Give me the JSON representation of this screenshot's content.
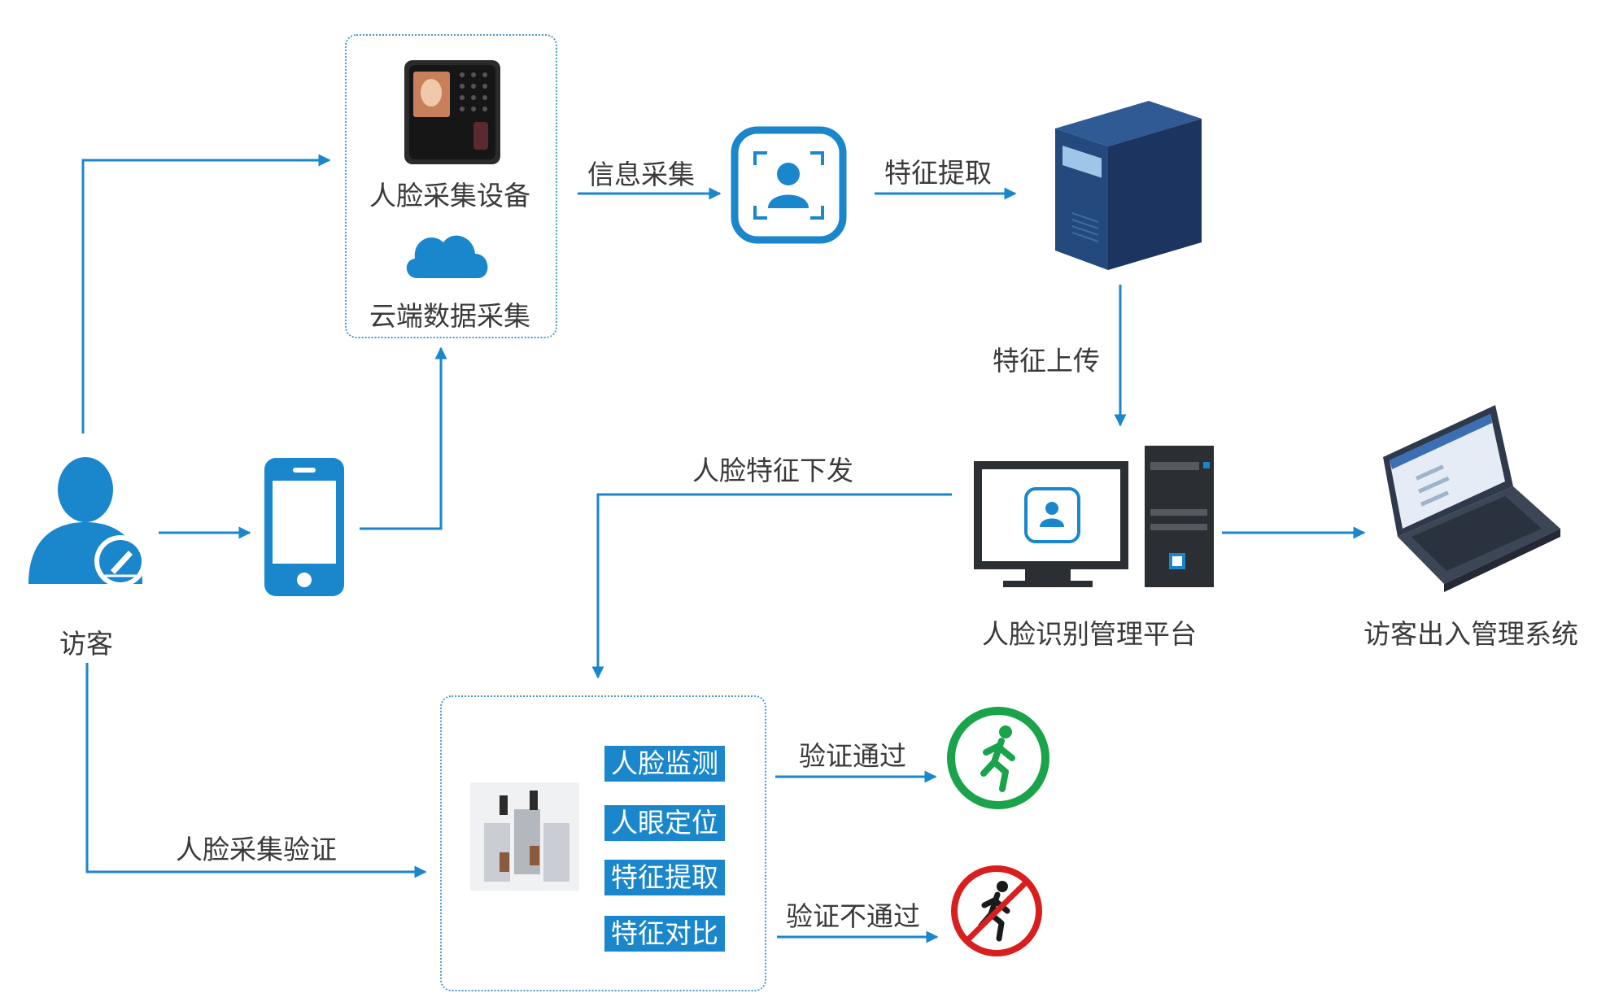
{
  "nodes": {
    "collection_device": "人脸采集设备",
    "cloud_collection": "云端数据采集",
    "visitor": "访客",
    "platform": "人脸识别管理平台",
    "visitor_system": "访客出入管理系统"
  },
  "edges": {
    "info_collect": "信息采集",
    "feature_extract": "特征提取",
    "feature_upload": "特征上传",
    "feature_distribute": "人脸特征下发",
    "collect_verify": "人脸采集验证",
    "verify_pass": "验证通过",
    "verify_fail": "验证不通过"
  },
  "steps": [
    "人脸监测",
    "人眼定位",
    "特征提取",
    "特征对比"
  ],
  "colors": {
    "accent": "#1a86cc",
    "pass": "#1aa34a",
    "fail": "#d91e1e",
    "server": "#1e3a66"
  }
}
